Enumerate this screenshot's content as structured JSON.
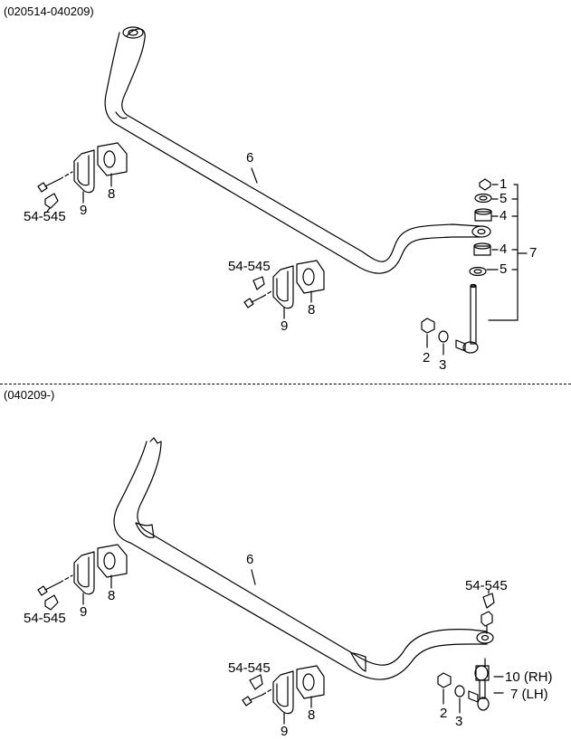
{
  "sections": [
    {
      "header": "(020514-040209)",
      "labels": {
        "bar": "6",
        "left_bolt": "54-545",
        "left_bracket": "9",
        "left_bushing": "8",
        "mid_bolt": "54-545",
        "mid_bracket": "9",
        "mid_bushing": "8",
        "link_nut_top": "1",
        "link_washer_1": "5",
        "link_bushing_1": "4",
        "link_bushing_2": "4",
        "link_washer_2": "5",
        "link_assembly": "7",
        "nut": "2",
        "washer": "3"
      }
    },
    {
      "header": "(040209-)",
      "labels": {
        "bar": "6",
        "left_bolt": "54-545",
        "left_bracket": "9",
        "left_bushing": "8",
        "mid_bolt": "54-545",
        "mid_bracket": "9",
        "mid_bushing": "8",
        "link_bolt": "54-545",
        "link_rh": "10 (RH)",
        "link_lh": "7 (LH)",
        "nut": "2",
        "washer": "3"
      }
    }
  ],
  "colors": {
    "line": "#000000",
    "background": "#ffffff",
    "fill_gray": "#e8e8e8"
  }
}
